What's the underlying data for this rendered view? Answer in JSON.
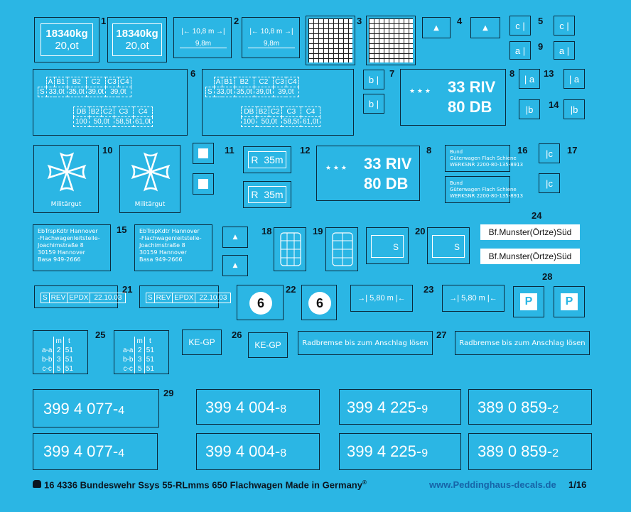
{
  "nums": {
    "n1": "1",
    "n2": "2",
    "n3": "3",
    "n4": "4",
    "n5": "5",
    "n6": "6",
    "n7": "7",
    "n8a": "8",
    "n8b": "8",
    "n9": "9",
    "n10": "10",
    "n11": "11",
    "n12": "12",
    "n13": "13",
    "n14": "14",
    "n15": "15",
    "n16": "16",
    "n17": "17",
    "n18": "18",
    "n19": "19",
    "n20": "20",
    "n21": "21",
    "n22": "22",
    "n23": "23",
    "n24": "24",
    "n25": "25",
    "n26": "26",
    "n27": "27",
    "n28": "28",
    "n29": "29"
  },
  "weight": {
    "line1": "18340kg",
    "line2": "20,ot"
  },
  "length": {
    "top": "10,8 m",
    "bottom": "9,8m"
  },
  "letters": {
    "c": "c",
    "a": "a",
    "b": "b",
    "l_a": "a",
    "l_b": "b",
    "l_c": "c"
  },
  "load": {
    "row1": [
      "A",
      "B1",
      "B2",
      "C2",
      "C3",
      "C4"
    ],
    "row2": [
      "S",
      "33,0t",
      "35,0t",
      "39,0t",
      "39,0t",
      "39,0t"
    ],
    "row3": [
      "DB",
      "B2",
      "C2",
      "C3",
      "C4"
    ],
    "row4": [
      "100",
      "50,0t",
      "58,5t",
      "61,0t"
    ]
  },
  "riv": {
    "stars": "★ ★ ★",
    "line1": "33 RIV",
    "line2": "80 DB"
  },
  "mil": {
    "label": "Militärgut"
  },
  "radius": {
    "r": "R",
    "value": "35m"
  },
  "owner": {
    "lines": [
      "Bund",
      "Güterwagen Flach Schiene",
      "WERKSNR 2200-80-135-8913"
    ],
    "lines2": [
      "Bund",
      "Güterwagen Flach Schiene",
      "WERKSNR 2200-80-135-8913"
    ]
  },
  "address": {
    "lines": [
      "EbTrspKdtr Hannover",
      "-Flachwagenleitstelle-",
      "Joachimstraße 8",
      "30159 Hannover",
      "Basa  949-2666"
    ]
  },
  "station": {
    "text": "Bf.Munster(Örtze)Süd"
  },
  "s_mark": {
    "text": "S"
  },
  "rev": {
    "cells": [
      "S",
      "REV",
      "EPDX",
      "22.10.03"
    ]
  },
  "six": {
    "text": "6"
  },
  "distance": {
    "text": "5,80 m"
  },
  "p": {
    "text": "P"
  },
  "axle": {
    "m": "m",
    "t": "t",
    "rows": [
      [
        "a-a",
        "2",
        "51"
      ],
      [
        "b-b",
        "3",
        "51"
      ],
      [
        "c-c",
        "5",
        "51"
      ]
    ]
  },
  "kegp": {
    "text": "KE-GP"
  },
  "brake": {
    "text": "Radbremse bis zum Anschlag lösen"
  },
  "regnums": [
    {
      "main": "399 4 077-",
      "check": "4"
    },
    {
      "main": "399 4 004-",
      "check": "8"
    },
    {
      "main": "399 4 225-",
      "check": "9"
    },
    {
      "main": "389 0 859-",
      "check": "2"
    }
  ],
  "footer": {
    "code": "16 4336 Bundeswehr Ssys 55-RLmms 650 Flachwagen  Made in Germany",
    "reg": "®",
    "website": "www.Peddinghaus-decals.de",
    "scale": "1/16"
  },
  "colors": {
    "background": "#2bb6e4",
    "decal": "#ffffff",
    "outline": "#0a2a3d",
    "text_dark": "#0b1620",
    "website": "#1664a8"
  }
}
